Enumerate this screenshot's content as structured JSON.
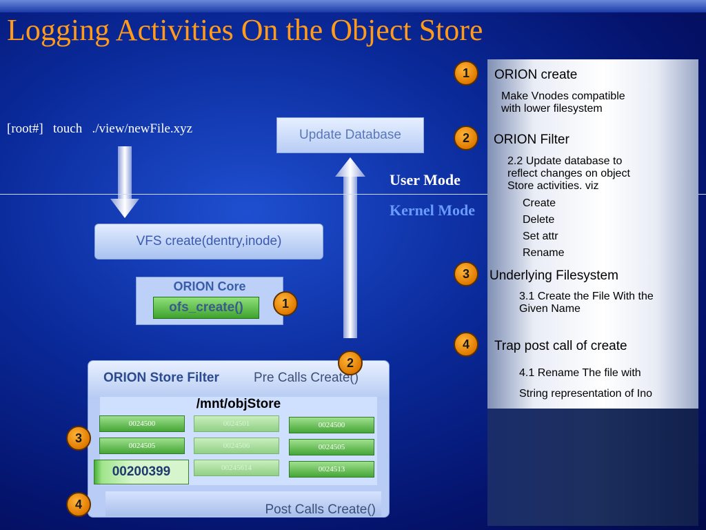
{
  "title": "Logging Activities On the Object Store",
  "command": "[root#]   touch   ./view/newFile.xyz",
  "modes": {
    "user": "User Mode",
    "kernel": "Kernel Mode"
  },
  "update_db": "Update Database",
  "vfs": "VFS create(dentry,inode)",
  "core": {
    "title": "ORION Core",
    "function": "ofs_create()"
  },
  "store": {
    "title": "ORION Store Filter",
    "pre_calls": "Pre Calls Create()",
    "mount": "/mnt/objStore",
    "cells": [
      "0024500",
      "0024501",
      "0024500",
      "0024505",
      "0024506",
      "0024505",
      "00245614",
      "0024513"
    ],
    "big_cell": "00200399",
    "post_calls": "Post Calls Create()"
  },
  "badges": [
    "1",
    "2",
    "3",
    "4"
  ],
  "steps": [
    {
      "num": "1",
      "heading": "ORION create",
      "lines": [
        "Make Vnodes compatible",
        "with lower filesystem"
      ]
    },
    {
      "num": "2",
      "heading": "ORION Filter",
      "lines": [
        "2.2 Update database to",
        "reflect  changes on object",
        "Store activities. viz"
      ],
      "items": [
        "Create",
        "Delete",
        "Set attr",
        "Rename"
      ]
    },
    {
      "num": "3",
      "heading": "Underlying Filesystem",
      "lines": [
        "3.1 Create the File With the",
        "Given Name"
      ]
    },
    {
      "num": "4",
      "heading": "Trap post call of create",
      "lines": [
        "4.1 Rename The file with",
        "String representation of Ino"
      ]
    }
  ]
}
